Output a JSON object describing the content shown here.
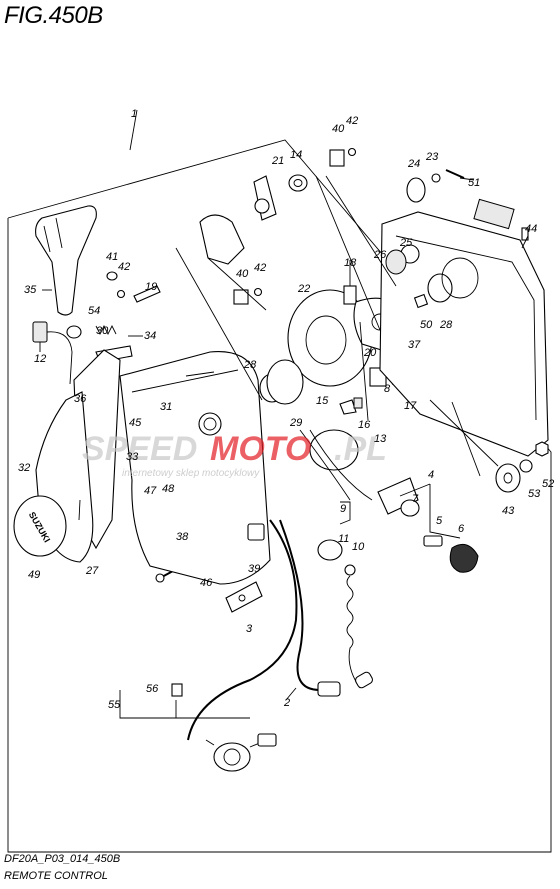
{
  "header": {
    "figure_title": "FIG.450B"
  },
  "footer": {
    "drawing_code": "DF20A_P03_014_450B",
    "drawing_name": "REMOTE CONTROL"
  },
  "watermark": {
    "brand_a": "SPEED",
    "brand_b": "MOTO",
    "domain": ".PL",
    "tagline": "internetowy sklep motocyklowy",
    "color_a": "#c8c8c8",
    "color_b": "#e31e24"
  },
  "callouts": {
    "c1": "1",
    "c2": "2",
    "c3": "3",
    "c4": "4",
    "c5": "5",
    "c6": "6",
    "c7": "7",
    "c8": "8",
    "c9": "9",
    "c10": "10",
    "c11": "11",
    "c12": "12",
    "c13": "13",
    "c14": "14",
    "c15": "15",
    "c16": "16",
    "c17": "17",
    "c18": "18",
    "c19": "19",
    "c20": "20",
    "c21": "21",
    "c22": "22",
    "c23": "23",
    "c24": "24",
    "c25": "25",
    "c26": "26",
    "c27": "27",
    "c28a": "28",
    "c28b": "28",
    "c29": "29",
    "c30": "30",
    "c31": "31",
    "c32": "32",
    "c33": "33",
    "c34": "34",
    "c35": "35",
    "c36": "36",
    "c37": "37",
    "c38": "38",
    "c39": "39",
    "c40a": "40",
    "c40b": "40",
    "c41": "41",
    "c42a": "42",
    "c42b": "42",
    "c42c": "42",
    "c43": "43",
    "c44": "44",
    "c45": "45",
    "c46": "46",
    "c47": "47",
    "c48": "48",
    "c49": "49",
    "c50": "50",
    "c51": "51",
    "c52": "52",
    "c53": "53",
    "c54": "54",
    "c55": "55",
    "c56": "56"
  },
  "badge_text": "SUZUKI"
}
